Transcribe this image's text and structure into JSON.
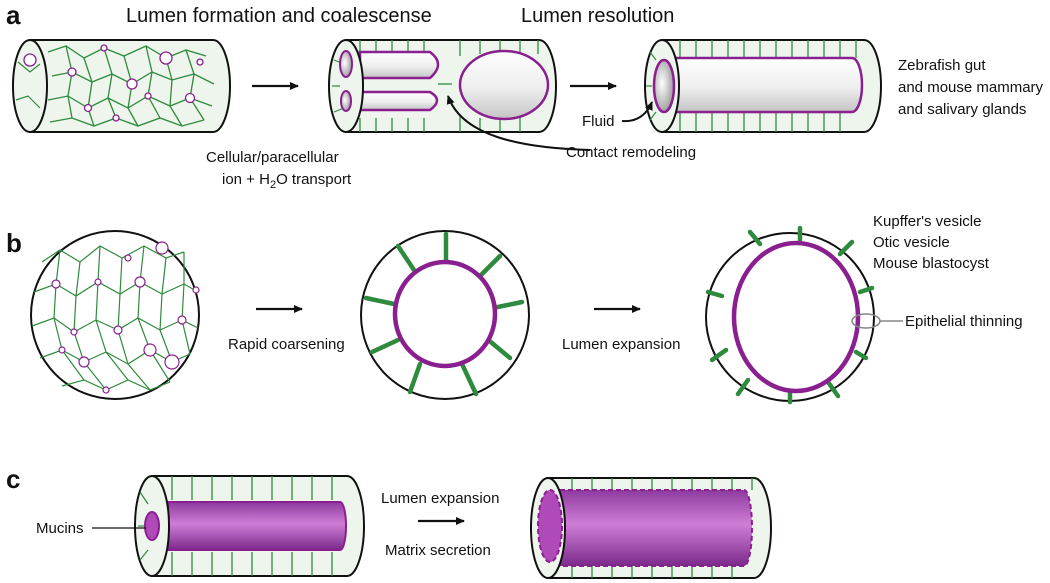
{
  "colors": {
    "junction": "#2e8a3c",
    "lumen_outline": "#8a1f8f",
    "lumen_fill_dark": "#8e3aa0",
    "lumen_fill_light": "#c86fd0",
    "tissue_fill": "#eef5ec",
    "outline": "#111111"
  },
  "panel_a": {
    "letter": "a",
    "heading_left": "Lumen formation and coalescense",
    "heading_right": "Lumen resolution",
    "transport_line1": "Cellular/paracellular",
    "transport_line2_pre": "ion + H",
    "transport_sub": "2",
    "transport_line2_post": "O transport",
    "contact_remodeling": "Contact remodeling",
    "fluid": "Fluid",
    "examples": [
      "Zebrafish gut",
      "and mouse mammary",
      "and salivary glands"
    ]
  },
  "panel_b": {
    "letter": "b",
    "step1_label": "Rapid coarsening",
    "step2_label": "Lumen expansion",
    "examples": [
      "Kupffer's vesicle",
      "Otic vesicle",
      "Mouse blastocyst"
    ],
    "thinning_label": "Epithelial thinning"
  },
  "panel_c": {
    "letter": "c",
    "mucins_label": "Mucins",
    "arrow_top_label": "Lumen expansion",
    "arrow_bottom_label": "Matrix secretion"
  }
}
